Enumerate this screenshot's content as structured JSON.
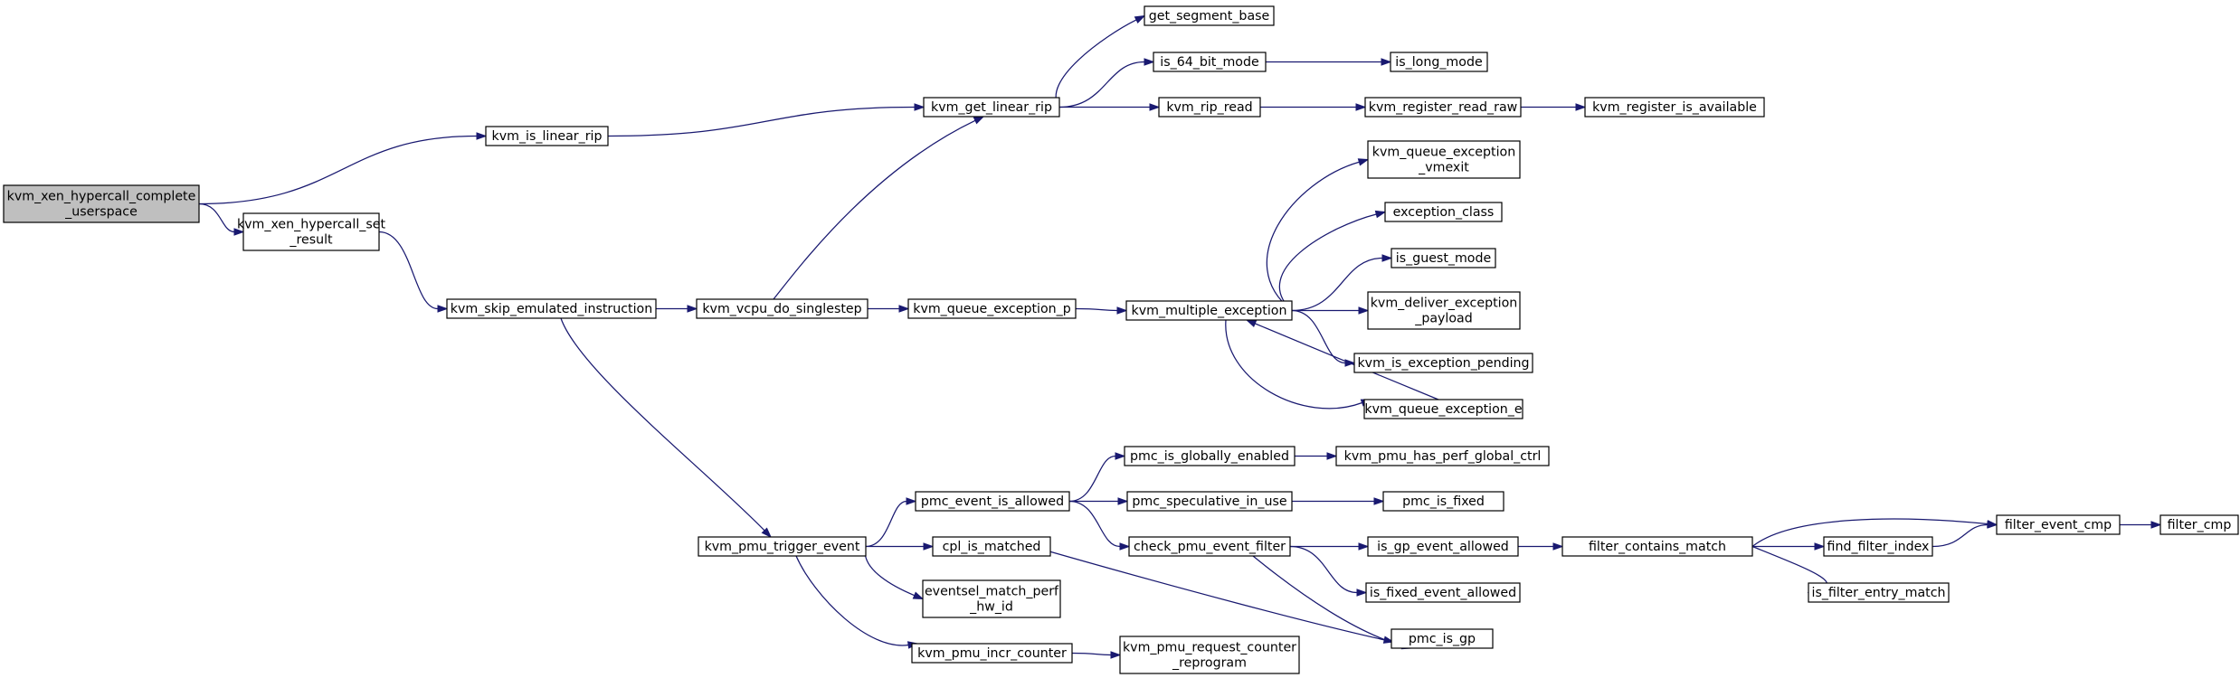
{
  "graph": {
    "colors": {
      "edge": "#191970",
      "root_fill": "#bfbfbf",
      "node_fill": "#ffffff",
      "node_border": "#000000"
    },
    "nodes": [
      {
        "id": "n0",
        "lines": [
          "kvm_xen_hypercall_complete",
          "_userspace"
        ],
        "root": true
      },
      {
        "id": "n1",
        "lines": [
          "kvm_is_linear_rip"
        ]
      },
      {
        "id": "n2",
        "lines": [
          "kvm_xen_hypercall_set",
          "_result"
        ]
      },
      {
        "id": "n3",
        "lines": [
          "kvm_get_linear_rip"
        ]
      },
      {
        "id": "n4",
        "lines": [
          "get_segment_base"
        ]
      },
      {
        "id": "n5",
        "lines": [
          "is_64_bit_mode"
        ]
      },
      {
        "id": "n6",
        "lines": [
          "is_long_mode"
        ]
      },
      {
        "id": "n7",
        "lines": [
          "kvm_rip_read"
        ]
      },
      {
        "id": "n8",
        "lines": [
          "kvm_register_read_raw"
        ]
      },
      {
        "id": "n9",
        "lines": [
          "kvm_register_is_available"
        ]
      },
      {
        "id": "n10",
        "lines": [
          "kvm_skip_emulated_instruction"
        ]
      },
      {
        "id": "n11",
        "lines": [
          "kvm_vcpu_do_singlestep"
        ]
      },
      {
        "id": "n12",
        "lines": [
          "kvm_queue_exception_p"
        ]
      },
      {
        "id": "n13",
        "lines": [
          "kvm_multiple_exception"
        ]
      },
      {
        "id": "n14",
        "lines": [
          "kvm_queue_exception",
          "_vmexit"
        ]
      },
      {
        "id": "n15",
        "lines": [
          "exception_class"
        ]
      },
      {
        "id": "n16",
        "lines": [
          "is_guest_mode"
        ]
      },
      {
        "id": "n17",
        "lines": [
          "kvm_deliver_exception",
          "_payload"
        ]
      },
      {
        "id": "n18",
        "lines": [
          "kvm_is_exception_pending"
        ]
      },
      {
        "id": "n19",
        "lines": [
          "kvm_queue_exception_e"
        ]
      },
      {
        "id": "n20",
        "lines": [
          "kvm_pmu_trigger_event"
        ]
      },
      {
        "id": "n21",
        "lines": [
          "pmc_event_is_allowed"
        ]
      },
      {
        "id": "n22",
        "lines": [
          "pmc_is_globally_enabled"
        ]
      },
      {
        "id": "n23",
        "lines": [
          "kvm_pmu_has_perf_global_ctrl"
        ]
      },
      {
        "id": "n24",
        "lines": [
          "pmc_speculative_in_use"
        ]
      },
      {
        "id": "n25",
        "lines": [
          "pmc_is_fixed"
        ]
      },
      {
        "id": "n26",
        "lines": [
          "check_pmu_event_filter"
        ]
      },
      {
        "id": "n27",
        "lines": [
          "is_gp_event_allowed"
        ]
      },
      {
        "id": "n28",
        "lines": [
          "filter_contains_match"
        ]
      },
      {
        "id": "n29",
        "lines": [
          "find_filter_index"
        ]
      },
      {
        "id": "n30",
        "lines": [
          "filter_event_cmp"
        ]
      },
      {
        "id": "n31",
        "lines": [
          "filter_cmp"
        ]
      },
      {
        "id": "n32",
        "lines": [
          "is_filter_entry_match"
        ]
      },
      {
        "id": "n33",
        "lines": [
          "is_fixed_event_allowed"
        ]
      },
      {
        "id": "n34",
        "lines": [
          "pmc_is_gp"
        ]
      },
      {
        "id": "n35",
        "lines": [
          "cpl_is_matched"
        ]
      },
      {
        "id": "n36",
        "lines": [
          "eventsel_match_perf",
          "_hw_id"
        ]
      },
      {
        "id": "n37",
        "lines": [
          "kvm_pmu_incr_counter"
        ]
      },
      {
        "id": "n38",
        "lines": [
          "kvm_pmu_request_counter",
          "_reprogram"
        ]
      }
    ],
    "edges": [
      [
        "n0",
        "n1"
      ],
      [
        "n0",
        "n2"
      ],
      [
        "n1",
        "n3"
      ],
      [
        "n3",
        "n4"
      ],
      [
        "n3",
        "n5"
      ],
      [
        "n3",
        "n7"
      ],
      [
        "n5",
        "n6"
      ],
      [
        "n7",
        "n8"
      ],
      [
        "n8",
        "n9"
      ],
      [
        "n2",
        "n10"
      ],
      [
        "n10",
        "n11"
      ],
      [
        "n10",
        "n20"
      ],
      [
        "n11",
        "n3"
      ],
      [
        "n11",
        "n12"
      ],
      [
        "n12",
        "n13"
      ],
      [
        "n13",
        "n14"
      ],
      [
        "n13",
        "n15"
      ],
      [
        "n13",
        "n16"
      ],
      [
        "n13",
        "n17"
      ],
      [
        "n13",
        "n18"
      ],
      [
        "n13",
        "n19"
      ],
      [
        "n19",
        "n13"
      ],
      [
        "n20",
        "n21"
      ],
      [
        "n20",
        "n35"
      ],
      [
        "n20",
        "n36"
      ],
      [
        "n20",
        "n37"
      ],
      [
        "n21",
        "n22"
      ],
      [
        "n21",
        "n24"
      ],
      [
        "n21",
        "n26"
      ],
      [
        "n22",
        "n23"
      ],
      [
        "n24",
        "n25"
      ],
      [
        "n26",
        "n27"
      ],
      [
        "n26",
        "n33"
      ],
      [
        "n26",
        "n34"
      ],
      [
        "n27",
        "n28"
      ],
      [
        "n28",
        "n29"
      ],
      [
        "n28",
        "n30"
      ],
      [
        "n28",
        "n32"
      ],
      [
        "n29",
        "n30"
      ],
      [
        "n30",
        "n31"
      ],
      [
        "n35",
        "n34"
      ],
      [
        "n37",
        "n38"
      ]
    ]
  }
}
